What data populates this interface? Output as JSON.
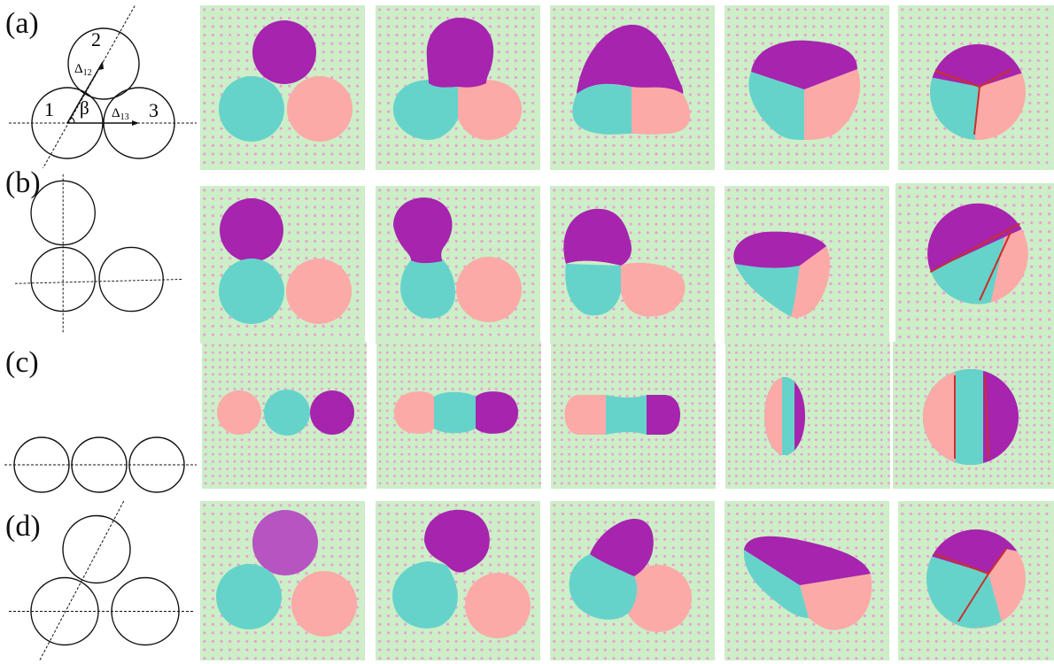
{
  "figure": {
    "rows": [
      {
        "id": "a",
        "label": "(a)",
        "schematic_labels": {
          "sphere_1": "1",
          "sphere_2": "2",
          "sphere_3": "3",
          "delta_12": "Δ",
          "delta_12_sub": "12",
          "delta_13": "Δ",
          "delta_13_sub": "13",
          "angle": "β"
        }
      },
      {
        "id": "b",
        "label": "(b)"
      },
      {
        "id": "c",
        "label": "(c)"
      },
      {
        "id": "d",
        "label": "(d)"
      }
    ],
    "colors": {
      "background": "#ccefc7",
      "dots": "#ea9fd4",
      "magenta": "#a624ae",
      "cyan": "#66d3cb",
      "pink": "#fcaaa7",
      "interface": "#c8302e"
    },
    "stages_per_row": 5
  }
}
